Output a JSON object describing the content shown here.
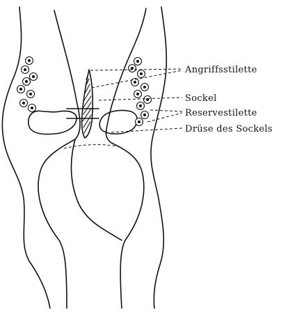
{
  "labels": {
    "attack_stylets": "Angriffsstilette",
    "base": "Sockel",
    "reserve_stylets": "Reservestilette",
    "base_gland": "Drüse des Sockels"
  }
}
